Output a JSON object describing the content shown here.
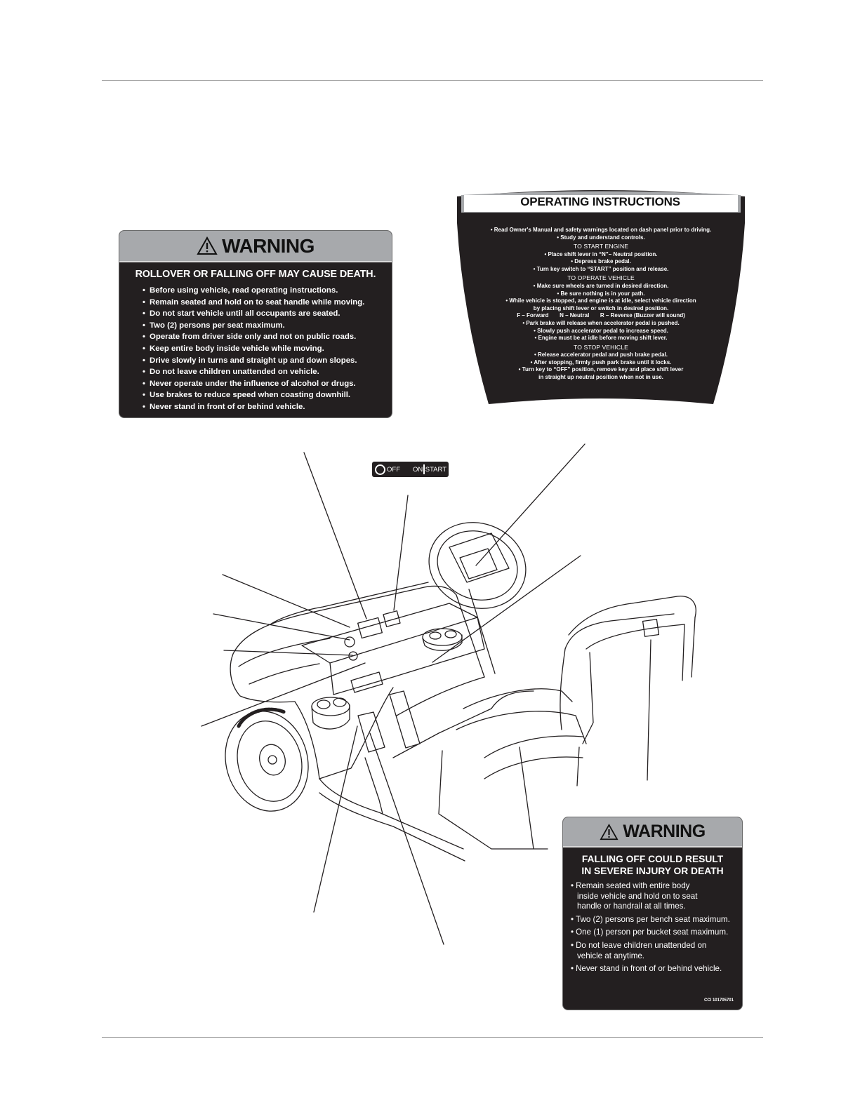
{
  "warning_rollover": {
    "header": "WARNING",
    "headline": "ROLLOVER OR FALLING OFF MAY CAUSE DEATH.",
    "items": [
      "Before using vehicle, read operating instructions.",
      "Remain seated and hold on to seat handle while moving.",
      "Do not start vehicle until all occupants are seated.",
      "Two (2) persons per seat maximum.",
      "Operate from driver side only and not on public roads.",
      "Keep entire body inside vehicle while moving.",
      "Drive slowly in turns and straight up and down slopes.",
      "Do not leave children unattended on vehicle.",
      "Never operate under the influence of alcohol or drugs.",
      "Use brakes to reduce speed when coasting downhill.",
      "Never stand in front of or behind vehicle."
    ]
  },
  "operating_instructions": {
    "title": "OPERATING INSTRUCTIONS",
    "intro": [
      "• Read Owner's Manual and safety warnings located on dash panel prior to driving.",
      "• Study and understand controls."
    ],
    "start_heading": "TO START ENGINE",
    "start_lines": [
      "• Place shift lever in “N”– Neutral position.",
      "• Depress brake pedal.",
      "• Turn key switch to “START” position and release."
    ],
    "operate_heading": "TO OPERATE VEHICLE",
    "operate_lines": [
      "• Make sure wheels are turned in desired direction.",
      "• Be sure nothing is in your path.",
      "• While vehicle is stopped, and engine is at idle, select vehicle direction",
      "by placing shift lever or switch in desired position.",
      "F – Forward       N – Neutral       R – Reverse (Buzzer will sound)",
      "• Park brake will release when accelerator pedal is pushed.",
      "• Slowly push accelerator pedal to increase speed.",
      "• Engine must be at idle before moving shift lever."
    ],
    "stop_heading": "TO STOP VEHICLE",
    "stop_lines": [
      "• Release accelerator pedal and push brake pedal.",
      "• After stopping, firmly push park brake until it locks.",
      "• Turn key to “OFF” position, remove key and place shift lever",
      "in straight up neutral position when not in use."
    ]
  },
  "key_switch": {
    "off": "OFF",
    "on": "ON",
    "start": "START"
  },
  "warning_falling": {
    "header": "WARNING",
    "headline_1": "FALLING OFF COULD RESULT",
    "headline_2": "IN SEVERE INJURY OR DEATH",
    "items": [
      "Remain seated with entire body inside vehicle and hold on to seat handle or handrail at all times.",
      "Two (2) persons per bench seat maximum.",
      "One (1) person per bucket seat maximum.",
      "Do not leave children unattended on vehicle at anytime.",
      "Never stand in front of or behind vehicle."
    ],
    "part_number": "CCI 101705701"
  },
  "icons": {
    "warning": "warning-triangle-icon",
    "key": "key-switch-ring-icon"
  }
}
